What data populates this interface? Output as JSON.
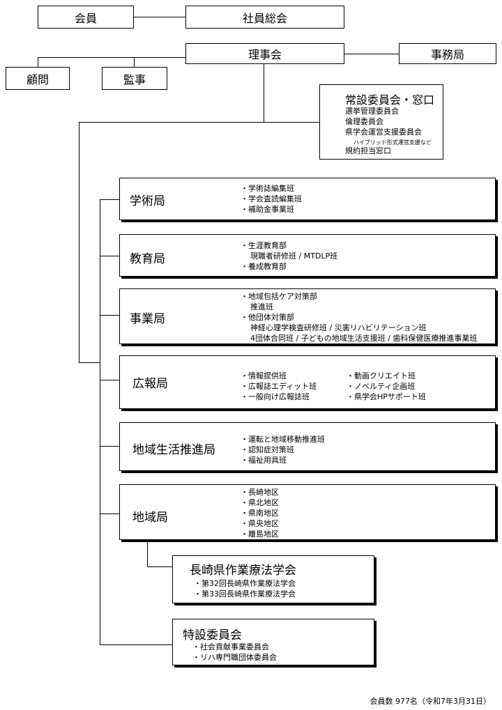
{
  "top": {
    "members": "会員",
    "general_assembly": "社員総会",
    "board": "理事会",
    "secretariat": "事務局",
    "advisor": "顧問",
    "auditor": "監事"
  },
  "standing": {
    "title": "常設委員会・窓口",
    "items": [
      "選挙管理委員会",
      "倫理委員会",
      "県学会運営支援委員会"
    ],
    "note": "ハイブリッド形式運営支援など",
    "last": "規約担当窓口"
  },
  "bureaus": {
    "academic": {
      "title": "学術局",
      "items": [
        "・学術誌編集班",
        "・学会査読編集班",
        "・補助金事業班"
      ]
    },
    "education": {
      "title": "教育局",
      "items": [
        "・生涯教育部",
        "現職者研修班 / MTDLP班",
        "・養成教育部"
      ]
    },
    "business": {
      "title": "事業局",
      "items": [
        "・地域包括ケア対策部",
        "推進班",
        "・他団体対策部",
        "神経心理学検査研修班 / 災害リハビリテーション班",
        "4団体合同班 / 子どもの地域生活支援班 / 歯科保健医療推進事業班"
      ]
    },
    "pr": {
      "title": "広報局",
      "left": [
        "・情報提供班",
        "・広報誌エディット班",
        "・一般向け広報誌班"
      ],
      "right": [
        "・動画クリエイト班",
        "・ノベルティ企画班",
        "・県学会HPサポート班"
      ]
    },
    "community": {
      "title": "地域生活推進局",
      "items": [
        "・運転と地域移動推進班",
        "・認知症対策班",
        "・福祉用具班"
      ]
    },
    "region": {
      "title": "地域局",
      "items": [
        "・長崎地区",
        "・県北地区",
        "・県南地区",
        "・県央地区",
        "・離島地区"
      ]
    }
  },
  "conference": {
    "title": "長崎県作業療法学会",
    "items": [
      "・第32回長崎県作業療法学会",
      "・第33回長崎県作業療法学会"
    ]
  },
  "special": {
    "title": "特設委員会",
    "items": [
      "・社会貢献事業委員会",
      "・リハ専門職団体委員会"
    ]
  },
  "footer": "会員数 977名（令和7年3月31日）"
}
